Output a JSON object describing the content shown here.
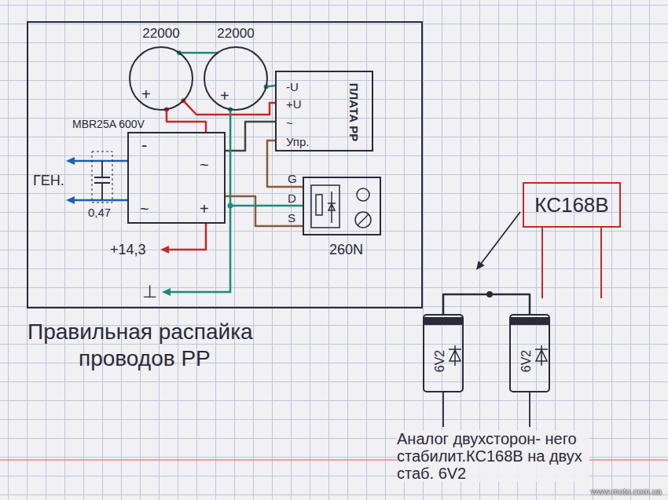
{
  "diagram": {
    "caption": "Правильная распайка проводов РР",
    "nodes": [
      {
        "text": [
          "22000",
          "+"
        ]
      },
      {
        "text": [
          "22000",
          "+"
        ]
      },
      {
        "text": [
          "-U",
          "+U",
          "~",
          "Упр.",
          "ПЛАТА РР"
        ]
      },
      {
        "text": [
          "MBR25A 600V",
          "-",
          "~",
          "~",
          "+"
        ]
      },
      {
        "text": [
          "260N"
        ]
      },
      {
        "text": [
          "КС168В"
        ]
      },
      {
        "text": [
          "6V2"
        ]
      },
      {
        "text": [
          "6V2"
        ]
      }
    ],
    "edges": [
      {
        "from": 0,
        "to": 1,
        "arrow": "none"
      },
      {
        "from": 1,
        "to": 2,
        "arrow": "none"
      },
      {
        "from": 0,
        "to": 2,
        "arrow": "none"
      },
      {
        "from": 0,
        "to": 3,
        "arrow": "none"
      },
      {
        "from": 2,
        "to": 3,
        "arrow": "none"
      },
      {
        "from": 2,
        "to": 4,
        "arrow": "none"
      },
      {
        "from": 3,
        "to": 4,
        "arrow": "none"
      },
      {
        "from": 1,
        "to": 4,
        "arrow": "none"
      },
      {
        "from": 6,
        "to": 7,
        "arrow": "none"
      }
    ],
    "labels": [
      "ГЕН.",
      "0,47",
      "+14,3",
      "⊥",
      "G",
      "D",
      "S",
      "Аналог двухсторон- него стабилит.КС168В на двух стаб. 6V2",
      "www.moto.com.ua"
    ]
  }
}
